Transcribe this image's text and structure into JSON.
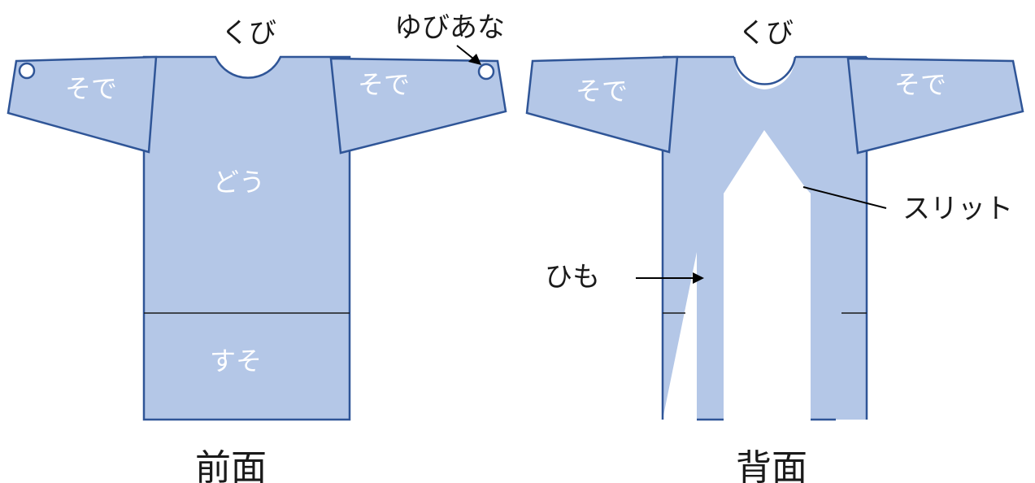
{
  "colors": {
    "fabric": "#b4c7e7",
    "outline": "#2f5597",
    "label_on_fabric": "#ffffff",
    "text": "#1a1a1a"
  },
  "front": {
    "caption": "前面",
    "neck_label": "くび",
    "finger_hole_label": "ゆびあな",
    "left_sleeve_label": "そで",
    "right_sleeve_label": "そで",
    "body_label": "どう",
    "hem_label": "すそ"
  },
  "back": {
    "caption": "背面",
    "neck_label": "くび",
    "left_sleeve_label": "そで",
    "right_sleeve_label": "そで",
    "slit_label": "スリット",
    "tie_label": "ひも"
  }
}
